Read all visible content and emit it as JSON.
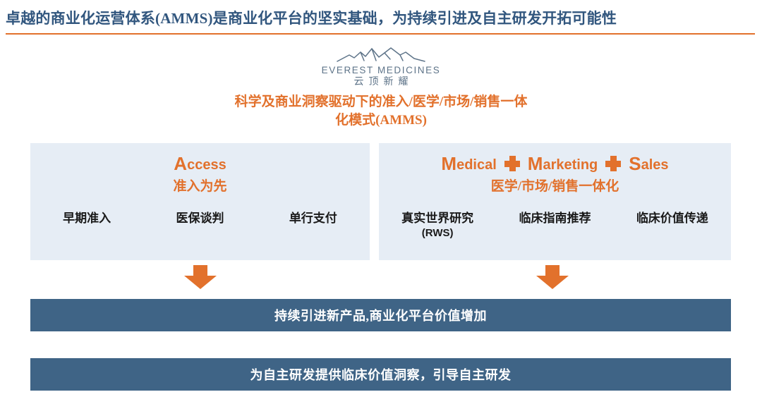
{
  "header": {
    "title": "卓越的商业化运营体系(AMMS)是商业化平台的坚实基础，为持续引进及自主研发开拓可能性",
    "rule_color": "#e2712c",
    "title_color": "#31567e"
  },
  "logo": {
    "mark": "mountain-range-icon",
    "english": "EVEREST MEDICINES",
    "chinese": "云顶新耀",
    "color": "#5e7489"
  },
  "subtitle": {
    "line1": "科学及商业洞察驱动下的准入/医学/市场/销售一体",
    "line2": "化模式(AMMS)",
    "color": "#e2712c"
  },
  "panels": {
    "background": "#e6edf5",
    "left": {
      "heading_en_cap": "A",
      "heading_en_rest": "ccess",
      "heading_cn": "准入为先",
      "items": [
        {
          "label": "早期准入"
        },
        {
          "label": "医保谈判"
        },
        {
          "label": "单行支付"
        }
      ]
    },
    "right": {
      "heading_parts": [
        {
          "cap": "M",
          "rest": "edical"
        },
        {
          "cap": "M",
          "rest": "arketing"
        },
        {
          "cap": "S",
          "rest": "ales"
        }
      ],
      "separator": "plus-icon",
      "heading_cn": "医学/市场/销售一体化",
      "items": [
        {
          "label": "真实世界研究",
          "sub": "(RWS)"
        },
        {
          "label": "临床指南推荐",
          "sub": ""
        },
        {
          "label": "临床价值传递",
          "sub": ""
        }
      ]
    }
  },
  "arrows": {
    "icon": "down-arrow-icon",
    "color": "#e2712c"
  },
  "outcome_bars": {
    "color": "#3f6486",
    "bar1": "持续引进新产品,商业化平台价值增加",
    "bar2": "为自主研发提供临床价值洞察，引导自主研发"
  }
}
